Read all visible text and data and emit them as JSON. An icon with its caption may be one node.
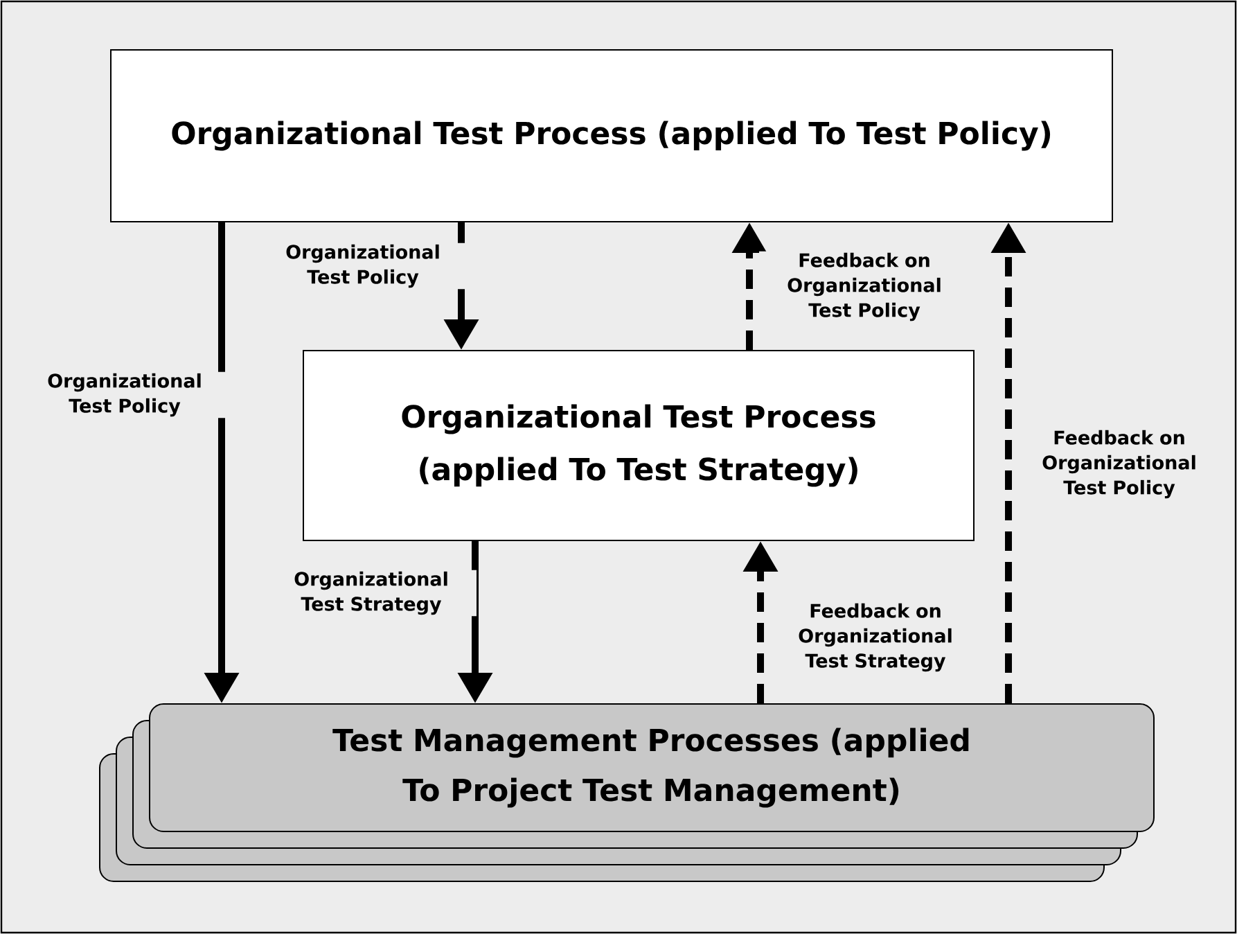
{
  "diagram": {
    "nodes": [
      {
        "text": [
          "Organizational Test Process (applied To Test Policy)"
        ]
      },
      {
        "text": [
          "Organizational Test Process (applied To Test Strategy)"
        ]
      },
      {
        "text": [
          "Test Management Processes (applied To Project Test Management)"
        ]
      }
    ],
    "edges": [
      {
        "from": 0,
        "to": 2,
        "arrow": "to",
        "label": "Organizational Test Policy"
      },
      {
        "from": 0,
        "to": 1,
        "arrow": "to",
        "label": "Organizational Test Policy"
      },
      {
        "from": 1,
        "to": 0,
        "arrow": "to",
        "style": "dashed",
        "label": "Feedback on Organizational Test Policy"
      },
      {
        "from": 2,
        "to": 0,
        "arrow": "to",
        "style": "dashed",
        "label": "Feedback on Organizational Test Policy"
      },
      {
        "from": 1,
        "to": 2,
        "arrow": "to",
        "label": "Organizational Test Strategy"
      },
      {
        "from": 2,
        "to": 1,
        "arrow": "to",
        "style": "dashed",
        "label": "Feedback on Organizational Test Strategy"
      }
    ]
  }
}
